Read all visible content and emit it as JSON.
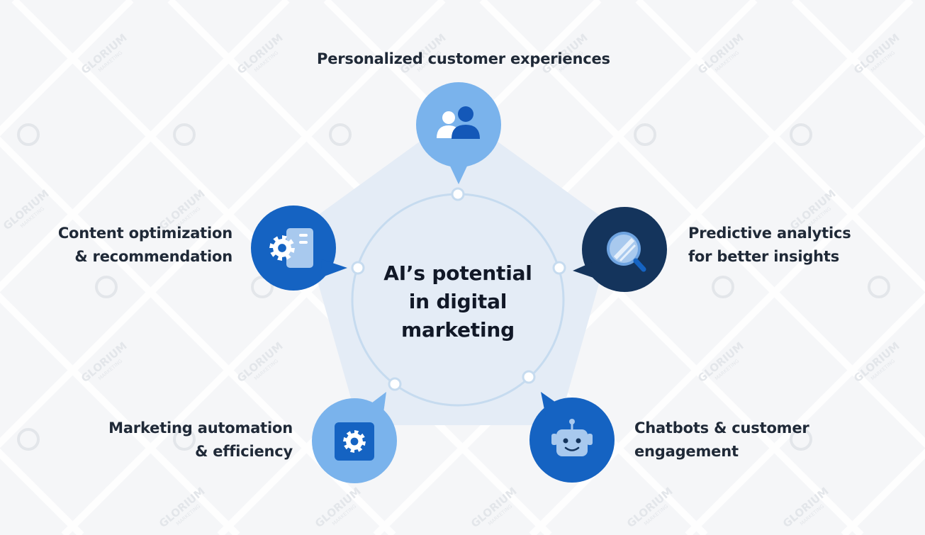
{
  "center": {
    "line1": "AI’s potential",
    "line2": "in digital",
    "line3": "marketing"
  },
  "items": [
    {
      "id": "personalized",
      "line1": "Personalized customer experiences",
      "icon": "users-icon",
      "color": "#7ab3ec"
    },
    {
      "id": "predictive",
      "line1": "Predictive analytics",
      "line2": "for better insights",
      "icon": "magnifier-icon",
      "color": "#14345c"
    },
    {
      "id": "chatbots",
      "line1": "Chatbots & customer",
      "line2": "engagement",
      "icon": "robot-icon",
      "color": "#1563c2"
    },
    {
      "id": "automation",
      "line1": "Marketing automation",
      "line2": "& efficiency",
      "icon": "gear-icon",
      "color": "#7ab3ec"
    },
    {
      "id": "content",
      "line1": "Content optimization",
      "line2": "& recommendation",
      "icon": "document-gear-icon",
      "color": "#1563c2"
    }
  ],
  "watermark": {
    "brand": "GLORIUM",
    "sub": "MARKETING"
  },
  "colors": {
    "pentagon": "#e5edf6",
    "ring": "#c6dbef",
    "node_light": "#7ab3ec",
    "node_mid": "#1563c2",
    "node_dark": "#14345c"
  }
}
